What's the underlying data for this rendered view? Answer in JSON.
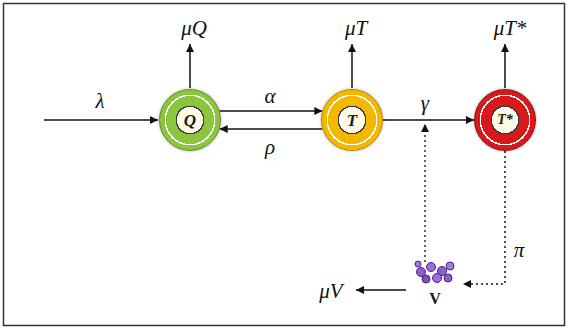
{
  "diagram": {
    "nodes": [
      {
        "text": [
          "Q"
        ]
      },
      {
        "text": [
          "T"
        ]
      },
      {
        "text": [
          "T*"
        ]
      },
      {
        "text": [
          "V"
        ]
      }
    ],
    "edges": [
      {
        "from": 0,
        "to": 1,
        "arrow": "to",
        "label": "α"
      },
      {
        "from": 1,
        "to": 0,
        "arrow": "to",
        "label": "ρ"
      },
      {
        "from": 1,
        "to": 2,
        "arrow": "to",
        "label": "γ"
      },
      {
        "from": 2,
        "to": 3,
        "arrow": "to",
        "label": "π"
      }
    ],
    "labels": [
      "λ",
      "μQ",
      "μT",
      "μT*",
      "μV"
    ]
  }
}
